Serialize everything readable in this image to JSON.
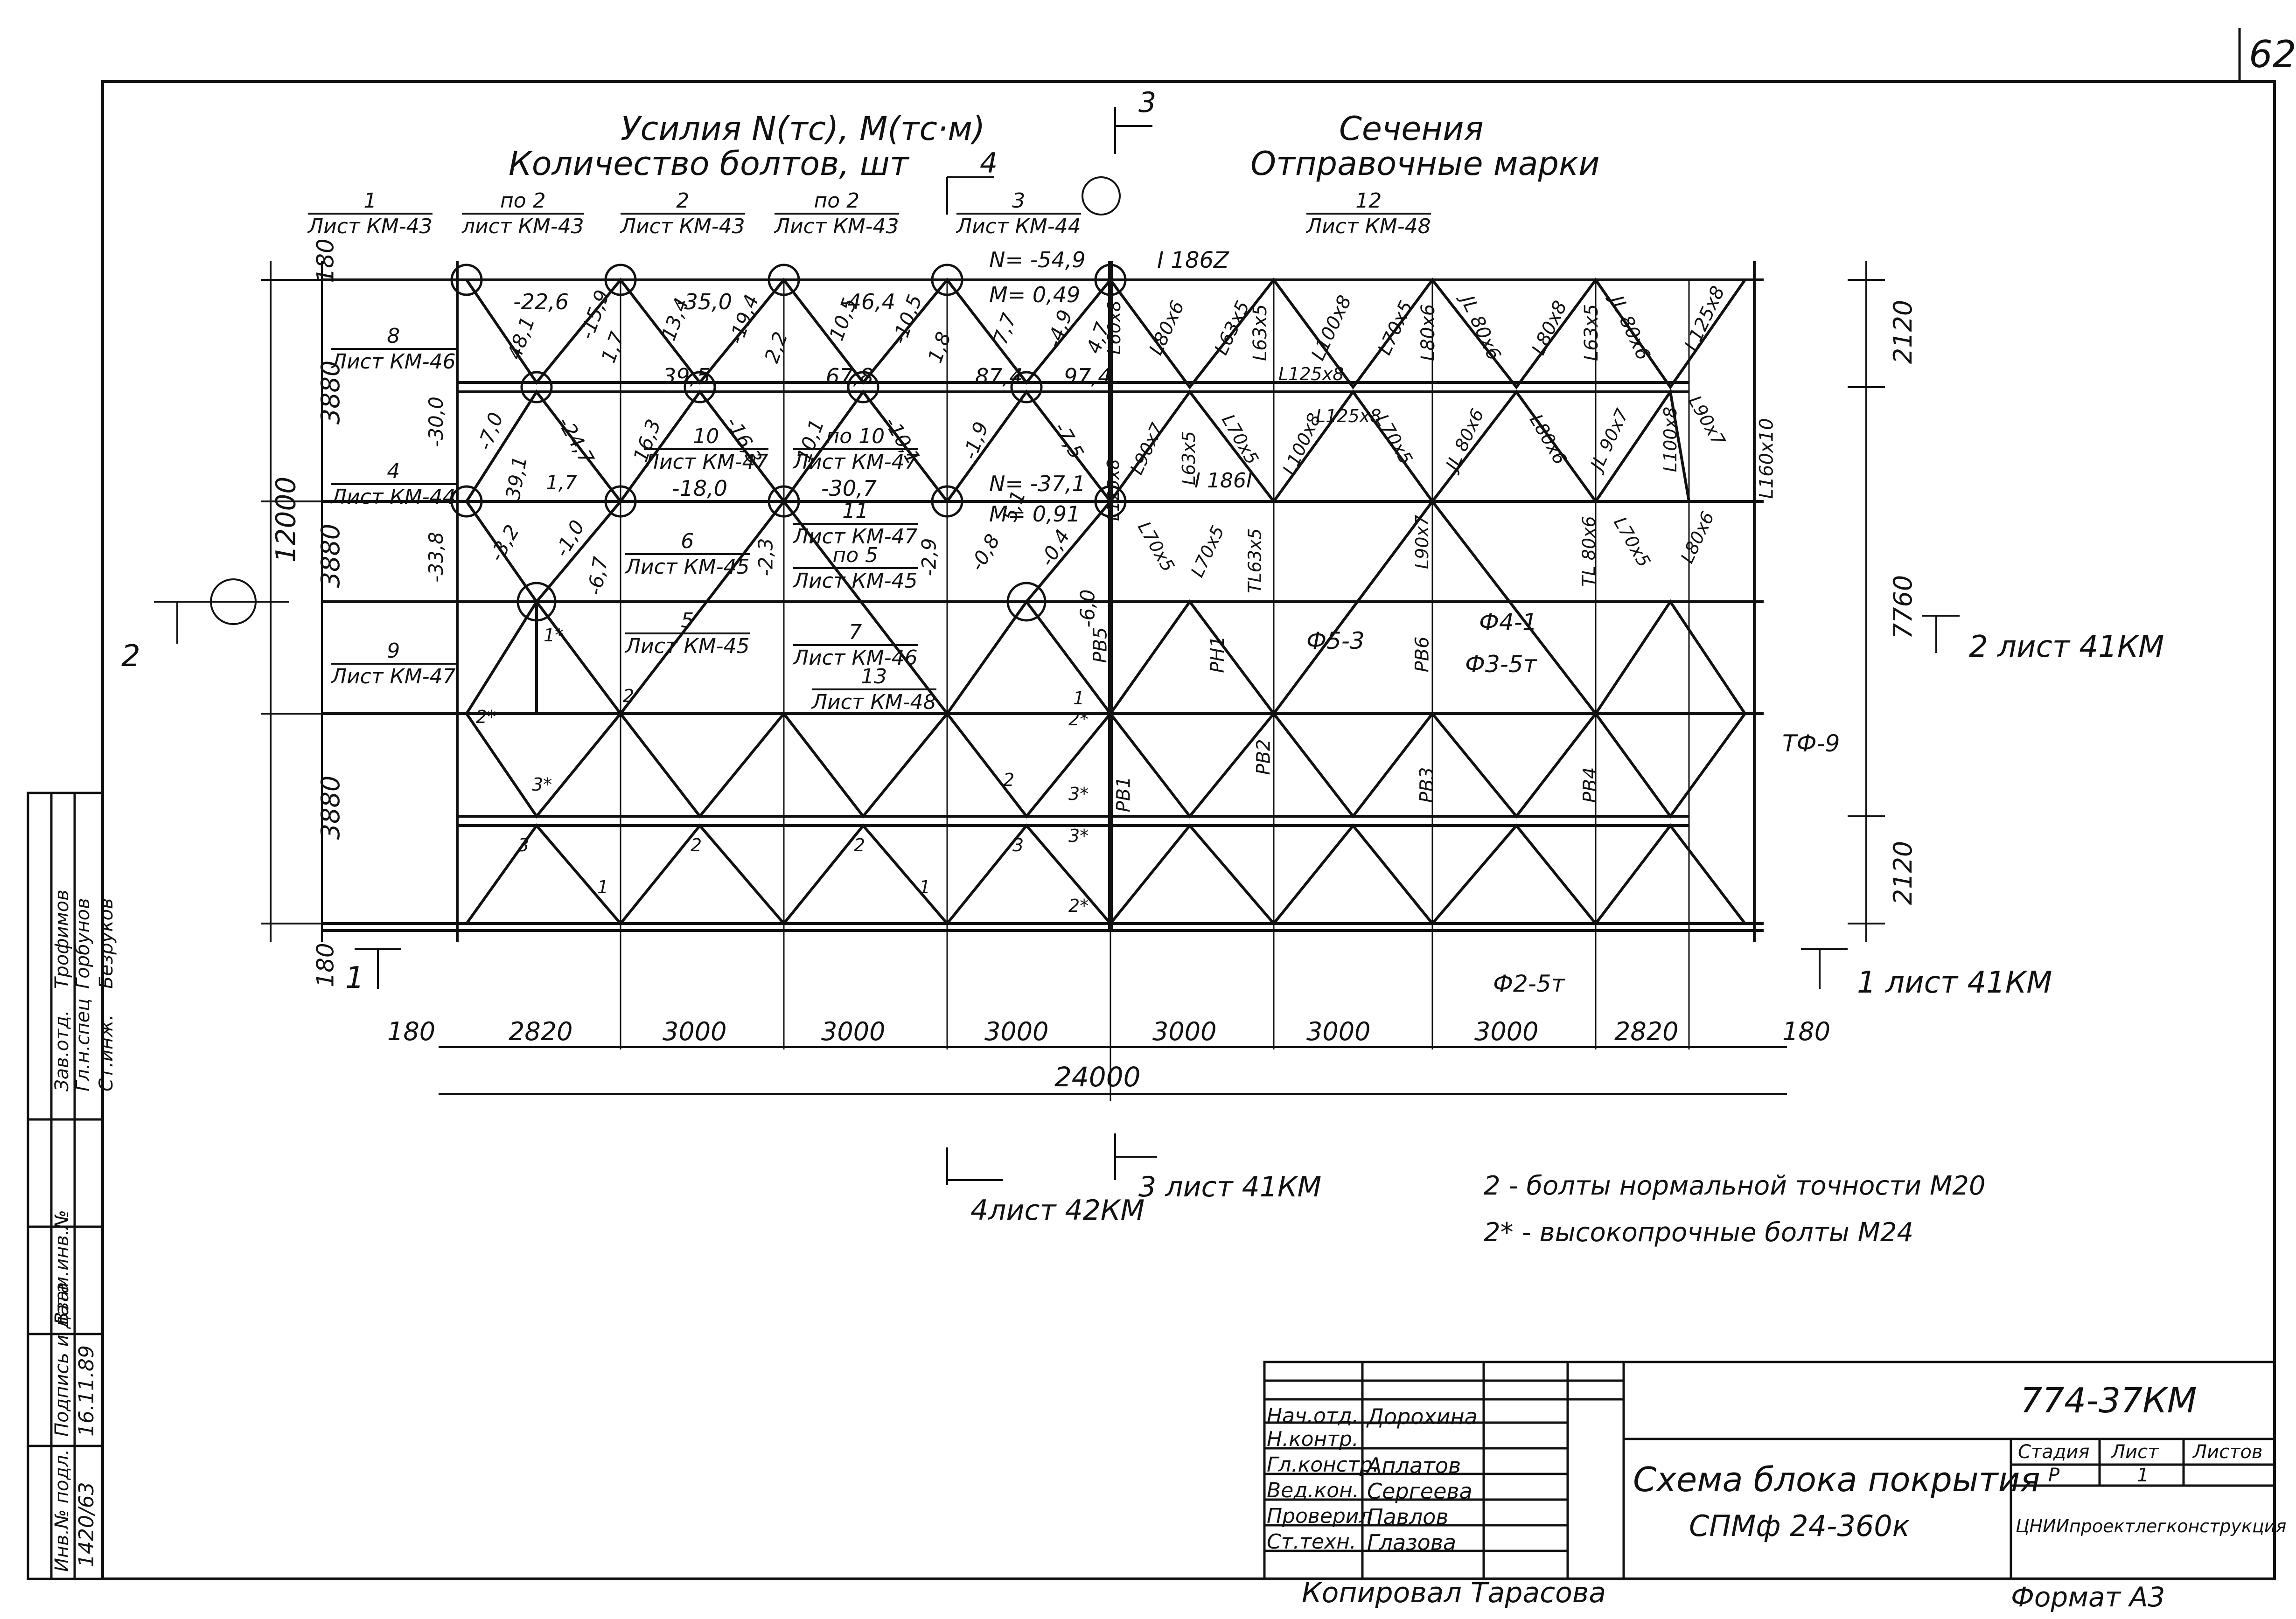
{
  "page_number": "62",
  "header": {
    "forces": "Усилия N(тс), M(тс·м)",
    "bolts_count": "Количество болтов, шт",
    "sections": "Сечения",
    "shipping_marks": "Отправочные марки"
  },
  "section_marks": {
    "s1": "1",
    "s2": "2",
    "s3": "3",
    "s4": "4",
    "s1_ref": "1 лист 41КМ",
    "s2_ref": "2 лист 41КМ",
    "s3_ref": "3 лист 41КМ",
    "s4_ref": "4лист 42КМ"
  },
  "callouts": [
    {
      "num": "1",
      "sheet": "Лист КМ-43"
    },
    {
      "num": "по 2",
      "sheet": "лист КМ-43"
    },
    {
      "num": "2",
      "sheet": "Лист КМ-43"
    },
    {
      "num": "по 2",
      "sheet": "Лист КМ-43"
    },
    {
      "num": "3",
      "sheet": "Лист КМ-44"
    },
    {
      "num": "12",
      "sheet": "Лист КМ-48"
    },
    {
      "num": "8",
      "sheet": "Лист КМ-46"
    },
    {
      "num": "4",
      "sheet": "Лист КМ-44"
    },
    {
      "num": "10",
      "sheet": "Лист КМ-47"
    },
    {
      "num": "по 10",
      "sheet": "Лист КМ-47"
    },
    {
      "num": "11",
      "sheet": "Лист КМ-47"
    },
    {
      "num": "по 5",
      "sheet": "Лист КМ-45"
    },
    {
      "num": "6",
      "sheet": "Лист КМ-45"
    },
    {
      "num": "5",
      "sheet": "Лист КМ-45"
    },
    {
      "num": "9",
      "sheet": "Лист КМ-47"
    },
    {
      "num": "7",
      "sheet": "Лист КМ-46"
    },
    {
      "num": "13",
      "sheet": "Лист КМ-48"
    }
  ],
  "forces": {
    "top": [
      "-22,6",
      "-35,0",
      "-46,4",
      "N= -54,9"
    ],
    "mid": [
      "39,5",
      "67,8",
      "87,4",
      "97,4"
    ],
    "low": [
      "-18,0",
      "-30,7",
      "N= -37,1"
    ],
    "moments": [
      "M= 0,49",
      "M= 0,91"
    ],
    "diag_a": [
      "48,1",
      "-15,9",
      "1,7",
      "13,4",
      "-19,4",
      "2,2",
      "10,5",
      "-10,5",
      "1,8",
      "7,7",
      "-4,9",
      "4,7"
    ],
    "diag_b": [
      "-30,0",
      "-7,0",
      "-24,7",
      "16,3",
      "-16,3",
      "10,1",
      "-10,1",
      "-1,9",
      "-7,5"
    ],
    "diag_c": [
      "-33,8",
      "-3,2",
      "-1,0",
      "-6,7",
      "39,1",
      "1,7",
      "-2,3",
      "-2,9",
      "-0,8",
      "5,1",
      "-0,4",
      "-6,0"
    ]
  },
  "sections_right": {
    "top_beam": "I 186Z",
    "mid_beam": "I 186I",
    "top_diag": [
      "L80x6",
      "L63x5",
      "L63x5",
      "L100x8",
      "L70x5",
      "L80x6",
      "JL 80x6",
      "L80x8",
      "L63x5",
      "JL 80x6",
      "L125x8"
    ],
    "mid": [
      "L60x8",
      "L125x8",
      "L125x8",
      "L90x7",
      "L63x5",
      "L70x5",
      "L100x8",
      "L70x5",
      "JL 80x6",
      "L80x6",
      "JL 90x7",
      "L100x8",
      "L90x7"
    ],
    "low": [
      "L70x5",
      "L70x5",
      "TL63x5",
      "L90x7",
      "TL 80x6",
      "L70x5",
      "L80x6",
      "L125x8",
      "L160x10"
    ],
    "marks": [
      "PB5",
      "PH1",
      "Ф5-3",
      "PB6",
      "Ф4-1",
      "Ф3-5т",
      "TФ-9",
      "PB1",
      "PB2",
      "PB3",
      "PB4",
      "Ф2-5т"
    ]
  },
  "node_marks": [
    "1*",
    "2",
    "2*",
    "3*",
    "3",
    "2",
    "1",
    "3",
    "1",
    "2",
    "1",
    "2",
    "2*",
    "3*",
    "3*",
    "2*"
  ],
  "dimensions": {
    "horizontal": [
      "180",
      "2820",
      "3000",
      "3000",
      "3000",
      "3000",
      "3000",
      "3000",
      "2820",
      "180"
    ],
    "total": "24000",
    "left": [
      "180",
      "3880",
      "3880",
      "3880",
      "180"
    ],
    "left_total": "12000",
    "right": [
      "2120",
      "7760",
      "2120"
    ]
  },
  "notes": [
    "2 - болты нормальной точности М20",
    "2* - высокопрочные болты М24"
  ],
  "left_strip": {
    "labels": [
      "Зав.отд.",
      "Гл.н.спец",
      "Ст.инж."
    ],
    "names": [
      "Трофимов",
      "Горбунов",
      "Безруков"
    ],
    "cells": [
      "Инв.№ подл.",
      "Подпись и дата",
      "Взам.инв.№"
    ],
    "values": [
      "1420/63",
      "16.11.89"
    ]
  },
  "title_block": {
    "code": "774-37КМ",
    "title": "Схема блока покрытия",
    "subtitle": "СПМф 24-360к",
    "stage_label": "Стадия",
    "sheet_label": "Лист",
    "sheets_label": "Листов",
    "stage": "Р",
    "sheet": "1",
    "org": "ЦНИИпроектлегконструкция",
    "roles": [
      "Нач.отд.",
      "Н.контр.",
      "Гл.констр.",
      "Вед.кон.",
      "Проверил",
      "Ст.техн."
    ],
    "names": [
      "Дорохина",
      "",
      "Аплатов",
      "Сергеева",
      "Павлов",
      "Глазова"
    ],
    "copied": "Копировал Тарасова",
    "format": "Формат А3"
  }
}
